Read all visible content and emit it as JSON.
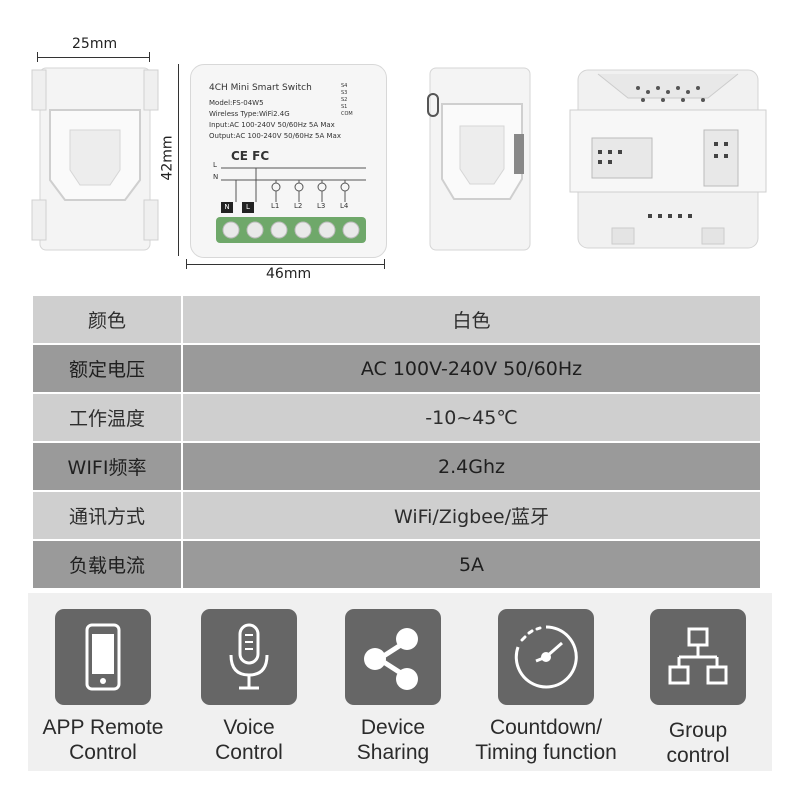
{
  "dimensions": {
    "width_label": "25mm",
    "height_label": "42mm",
    "length_label": "46mm"
  },
  "device": {
    "title": "4CH Mini Smart Switch",
    "model": "Model:FS-04W5",
    "wireless": "Wireless Type:WiFi2.4G",
    "input": "Input:AC 100-240V 50/60Hz 5A Max",
    "output": "Output:AC 100-240V 50/60Hz 5A Max",
    "cert": "CE FC",
    "wiring_left_labels": [
      "L",
      "N"
    ],
    "wiring_right_labels": [
      "S4",
      "S3",
      "S2",
      "S1",
      "COM"
    ],
    "terminal_labels": [
      "N",
      "L",
      "L1",
      "L2",
      "L3",
      "L4"
    ]
  },
  "specs": [
    {
      "key": "颜色",
      "value": "白色"
    },
    {
      "key": "额定电压",
      "value": "AC  100V-240V 50/60Hz"
    },
    {
      "key": "工作温度",
      "value": "-10~45℃"
    },
    {
      "key": "WIFI频率",
      "value": "2.4Ghz"
    },
    {
      "key": "通讯方式",
      "value": "WiFi/Zigbee/蓝牙"
    },
    {
      "key": "负载电流",
      "value": "5A"
    }
  ],
  "features": [
    {
      "icon": "smartphone-icon",
      "line1": "APP Remote",
      "line2": "Control"
    },
    {
      "icon": "microphone-icon",
      "line1": "Voice",
      "line2": "Control"
    },
    {
      "icon": "share-icon",
      "line1": "Device",
      "line2": "Sharing"
    },
    {
      "icon": "timer-icon",
      "line1": "Countdown/",
      "line2": "Timing function"
    },
    {
      "icon": "network-icon",
      "line1": "Group",
      "line2": "control"
    }
  ]
}
